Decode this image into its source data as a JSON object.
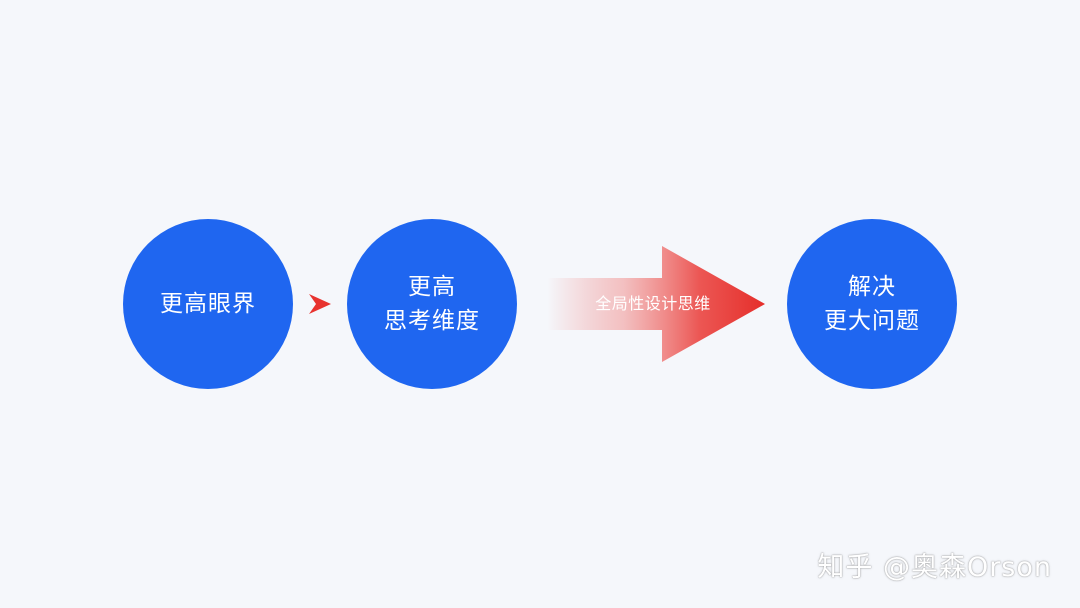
{
  "diagram": {
    "steps": [
      {
        "lines": [
          "更高眼界"
        ]
      },
      {
        "lines": [
          "更高",
          "思考维度"
        ]
      },
      {
        "lines": [
          "解决",
          "更大问题"
        ]
      }
    ],
    "arrow_label": "全局性设计思维"
  },
  "colors": {
    "background": "#f5f7fb",
    "circle": "#1f66f0",
    "arrow_red": "#e8332f",
    "text": "#ffffff"
  },
  "watermark": "知乎 @奥森Orson"
}
